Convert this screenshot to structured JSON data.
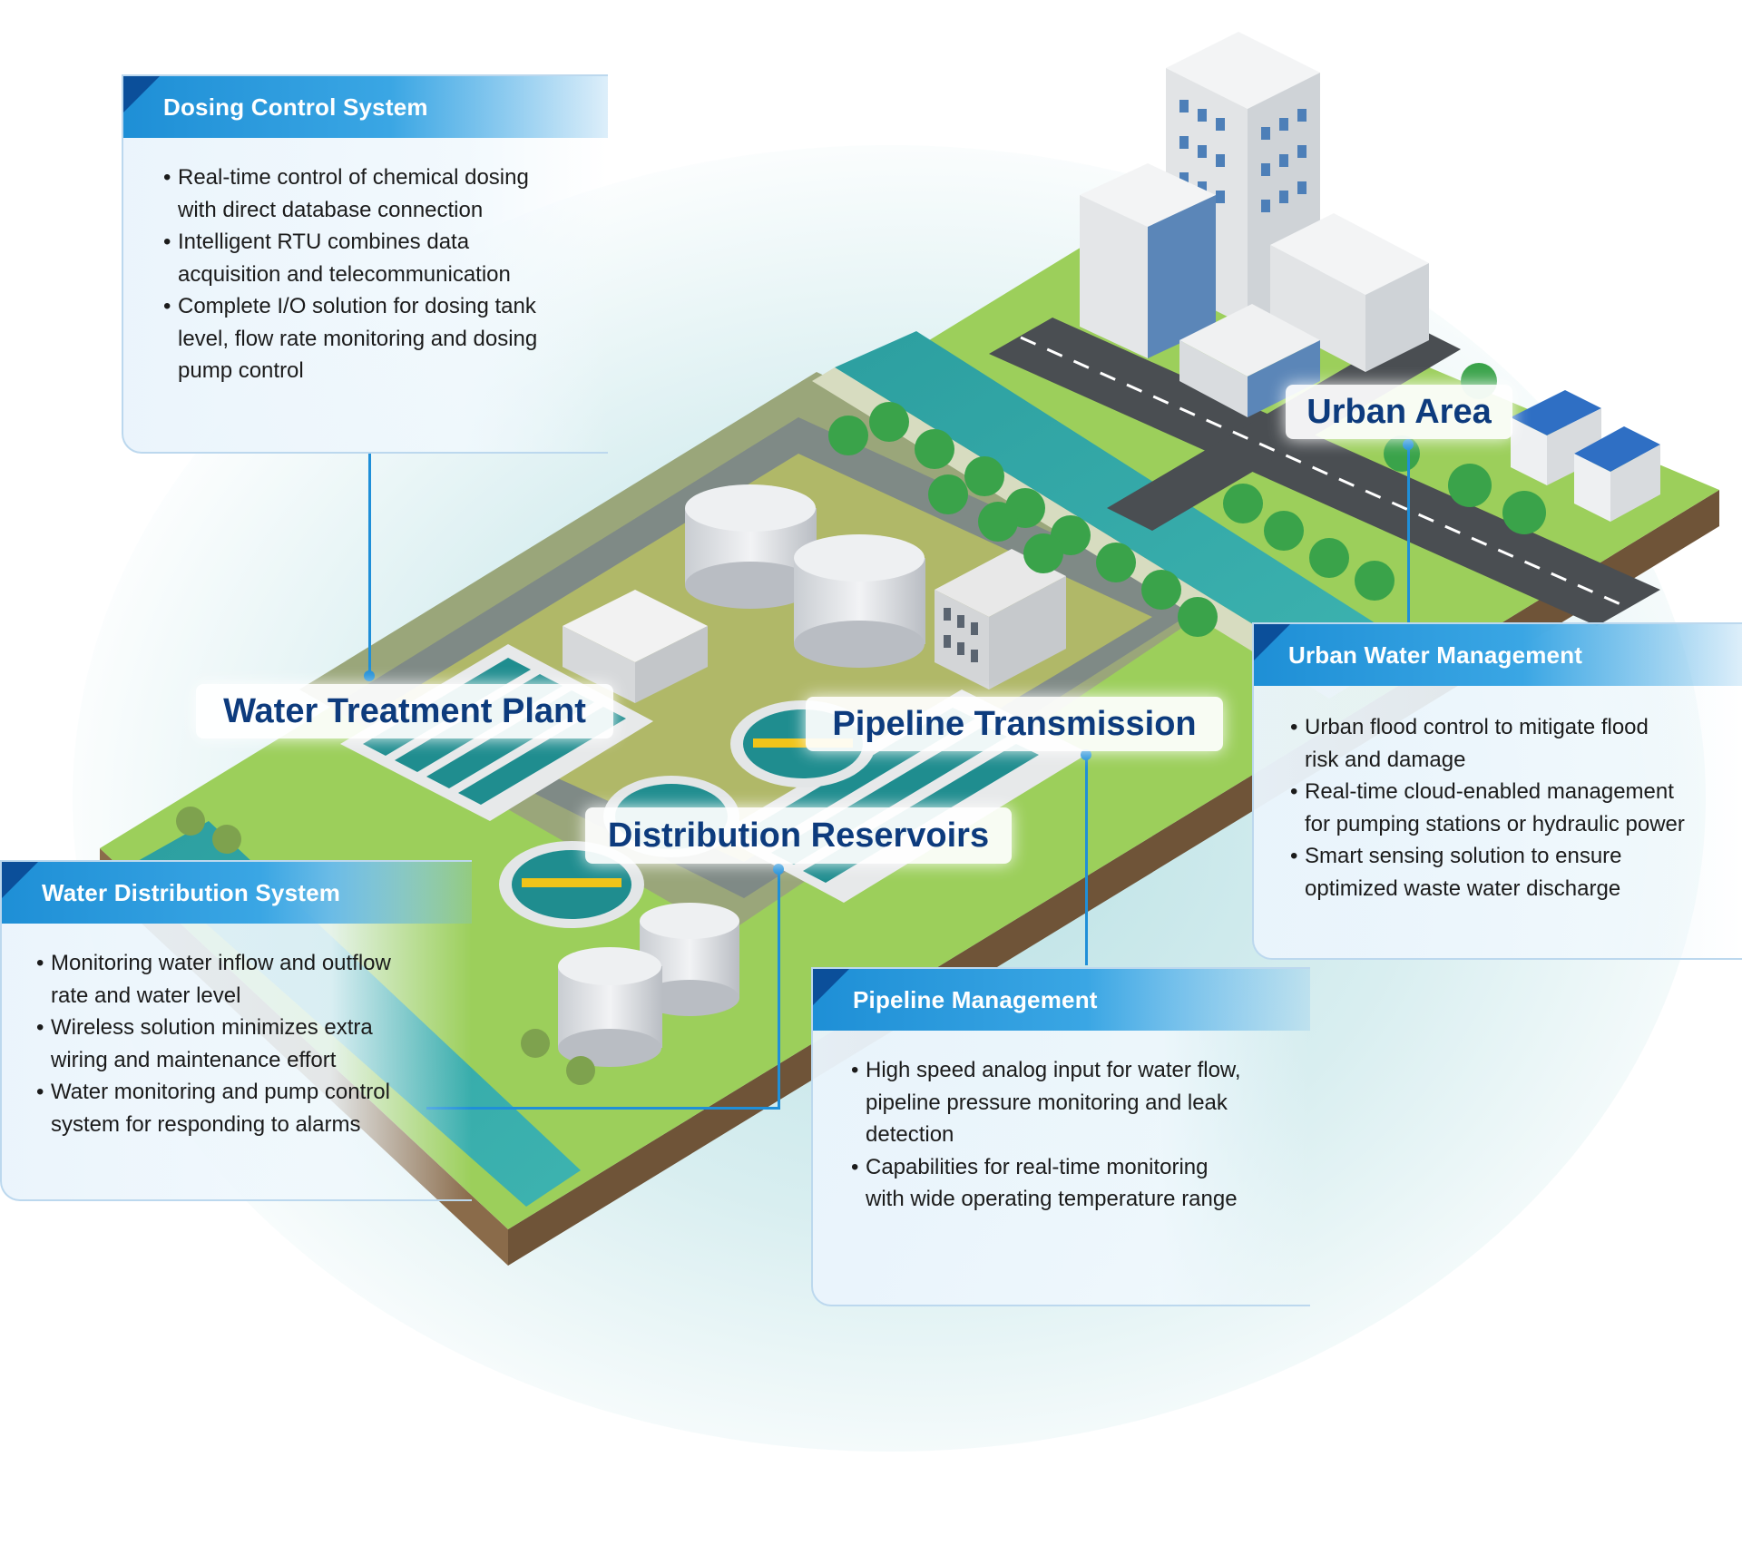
{
  "colors": {
    "accent": "#1e8fd6",
    "dark_blue": "#0d3b7d",
    "water": "#2aa6a2",
    "grass": "#8bc34a",
    "backdrop": "#cfeaef"
  },
  "panels": {
    "dosing": {
      "title": "Dosing Control System",
      "items": [
        "Real-time control of chemical dosing with direct database connection",
        "Intelligent RTU combines data acquisition and telecommunication",
        "Complete I/O solution for dosing tank level, flow rate monitoring and dosing pump control"
      ]
    },
    "urban_water": {
      "title": "Urban Water Management",
      "items": [
        "Urban flood control to mitigate flood risk and damage",
        "Real-time cloud-enabled management for pumping stations or hydraulic power",
        "Smart sensing solution to ensure optimized waste water discharge"
      ]
    },
    "distribution": {
      "title": "Water Distribution System",
      "items": [
        "Monitoring water inflow and outflow rate and water level",
        "Wireless solution minimizes extra wiring and maintenance effort",
        "Water monitoring and pump control system for responding to alarms"
      ]
    },
    "pipeline": {
      "title": "Pipeline Management",
      "items": [
        "High speed analog input for water flow, pipeline pressure monitoring and leak detection",
        "Capabilities for real-time monitoring with wide operating temperature range"
      ]
    }
  },
  "labels": {
    "treatment_plant": "Water Treatment Plant",
    "pipeline_transmission": "Pipeline Transmission",
    "distribution_reservoirs": "Distribution Reservoirs",
    "urban_area": "Urban Area"
  }
}
